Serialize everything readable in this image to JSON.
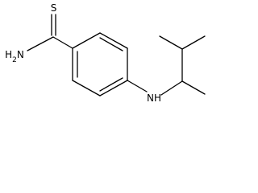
{
  "molecule": {
    "atoms": {
      "sulfur": "S",
      "amide_nitrogen": "H2N",
      "amine_nitrogen": "NH"
    },
    "colors": {
      "bond": "#000000",
      "label": "#000000",
      "background": "#ffffff"
    }
  }
}
